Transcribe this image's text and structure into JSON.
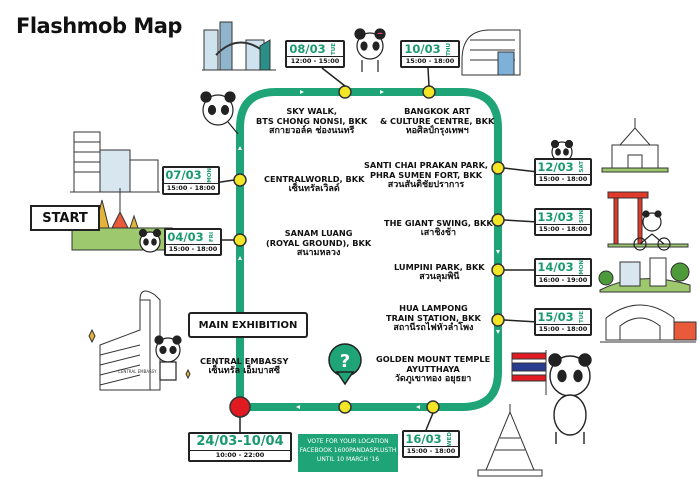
{
  "title": "Flashmob Map",
  "start_label": "START",
  "main_exhibition_label": "MAIN EXHIBITION",
  "vote": {
    "line1": "VOTE FOR YOUR LOCATION",
    "line2": "FACEBOOK 1600PANDASPLUSTH",
    "line3": "UNTIL 10 MARCH '16"
  },
  "question_mark": "?",
  "locations": {
    "skywalk": {
      "line1": "SKY WALK,",
      "line2": "BTS CHONG NONSI, BKK",
      "thai": "สกายวอล์ค ช่องนนทรี"
    },
    "bacc": {
      "line1": "BANGKOK ART",
      "line2": "& CULTURE CENTRE, BKK",
      "thai": "หอศิลป์กรุงเทพฯ"
    },
    "centralworld": {
      "line1": "CENTRALWORLD, BKK",
      "thai": "เซ็นทรัลเวิลด์"
    },
    "sanamluang": {
      "line1": "SANAM LUANG",
      "line2": "(ROYAL GROUND), BKK",
      "thai": "สนามหลวง"
    },
    "santichai": {
      "line1": "SANTI CHAI PRAKAN PARK,",
      "line2": "PHRA SUMEN FORT, BKK",
      "thai": "สวนสันติชัยปราการ"
    },
    "giantswing": {
      "line1": "THE GIANT SWING, BKK",
      "thai": "เสาชิงช้า"
    },
    "lumpini": {
      "line1": "LUMPINI PARK, BKK",
      "thai": "สวนลุมพินี"
    },
    "hualampong": {
      "line1": "HUA LAMPONG",
      "line2": "TRAIN STATION, BKK",
      "thai": "สถานีรถไฟหัวลำโพง"
    },
    "goldenmount": {
      "line1": "GOLDEN MOUNT TEMPLE",
      "line2": "AYUTTHAYA",
      "thai": "วัดภูเขาทอง อยุธยา"
    },
    "embassy": {
      "line1": "CENTRAL EMBASSY",
      "thai": "เซ็นทรัล เอ็มบาสซี"
    }
  },
  "dates": {
    "d0803": {
      "date": "08/03",
      "day": "TUE",
      "time": "12:00 - 15:00"
    },
    "d1003": {
      "date": "10/03",
      "day": "THU",
      "time": "15:00 - 18:00"
    },
    "d0703": {
      "date": "07/03",
      "day": "MON",
      "time": "15:00 - 18:00"
    },
    "d0403": {
      "date": "04/03",
      "day": "FRI",
      "time": "15:00 - 18:00"
    },
    "d1203": {
      "date": "12/03",
      "day": "SAT",
      "time": "15:00 - 18:00"
    },
    "d1303": {
      "date": "13/03",
      "day": "SUN",
      "time": "15:00 - 18:00"
    },
    "d1403": {
      "date": "14/03",
      "day": "MON",
      "time": "16:00 - 19:00"
    },
    "d1503": {
      "date": "15/03",
      "day": "TUE",
      "time": "15:00 - 18:00"
    },
    "d1603": {
      "date": "16/03",
      "day": "WED",
      "time": "15:00 - 18:00"
    },
    "dmain": {
      "date": "24/03-10/04",
      "day": "",
      "time": "10:00 - 22:00"
    }
  },
  "embassy_sign": "CENTRAL EMBASSY",
  "colors": {
    "route": "#1fa478",
    "stop": "#f2e626",
    "main_stop": "#e21b23",
    "date_text": "#1a9a6e"
  }
}
